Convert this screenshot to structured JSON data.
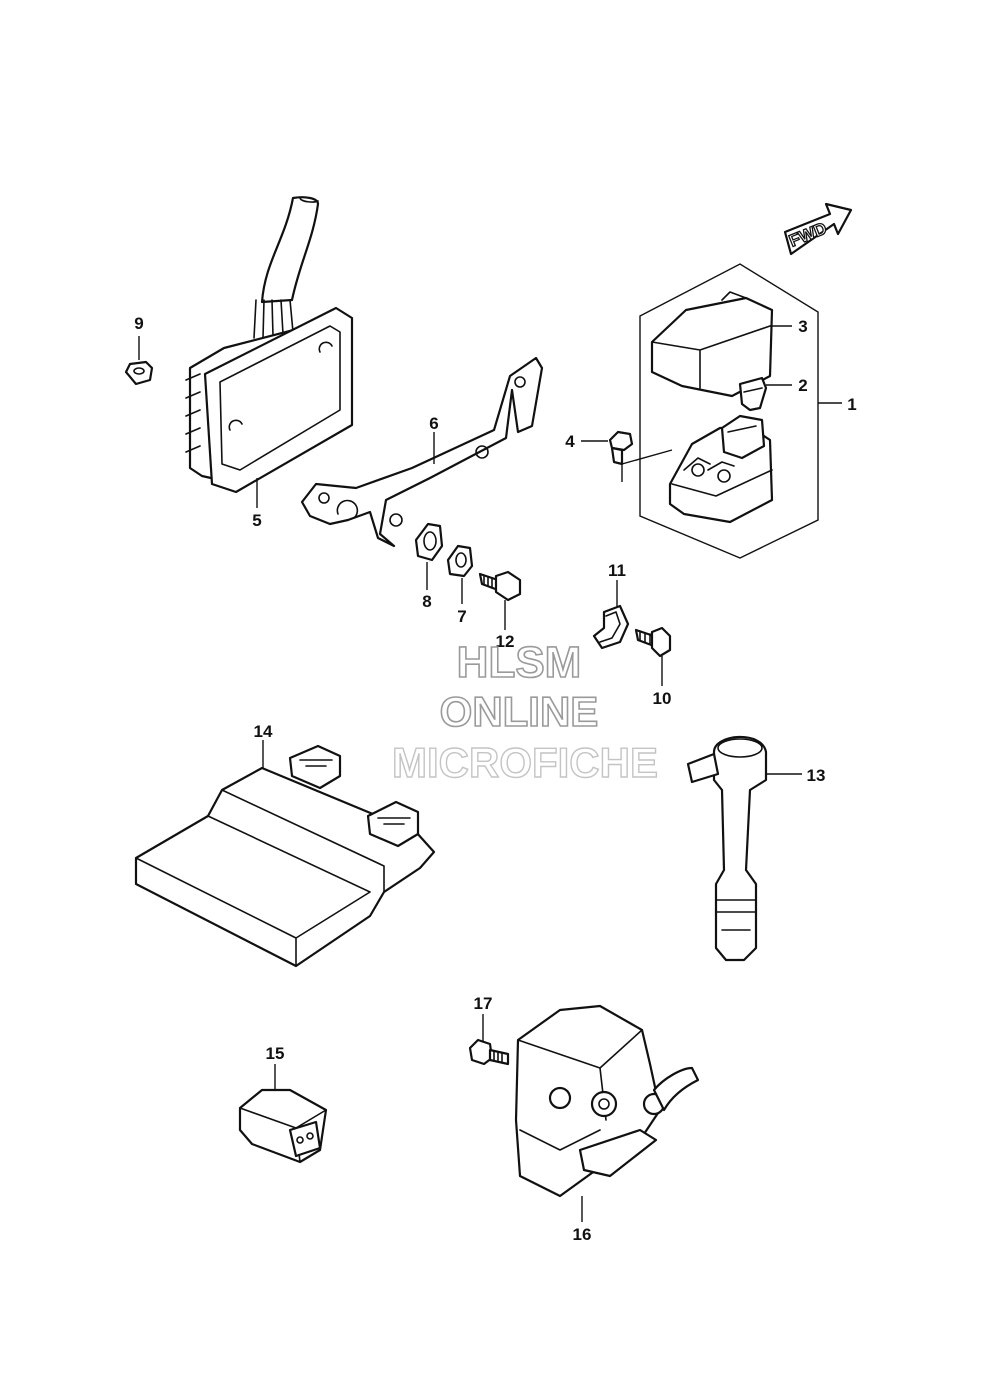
{
  "direction_arrow": {
    "label": "FWD"
  },
  "watermark": {
    "line1": "HLSM",
    "line2": "ONLINE",
    "line3": "MICROFICHE"
  },
  "callouts": {
    "c1": "1",
    "c2": "2",
    "c3": "3",
    "c4": "4",
    "c5": "5",
    "c6": "6",
    "c7": "7",
    "c8": "8",
    "c9": "9",
    "c10": "10",
    "c11": "11",
    "c12": "12",
    "c13": "13",
    "c14": "14",
    "c15": "15",
    "c16": "16",
    "c17": "17"
  },
  "colors": {
    "line": "#111111",
    "background": "#ffffff",
    "watermark_outline": "#9a9a9a"
  }
}
